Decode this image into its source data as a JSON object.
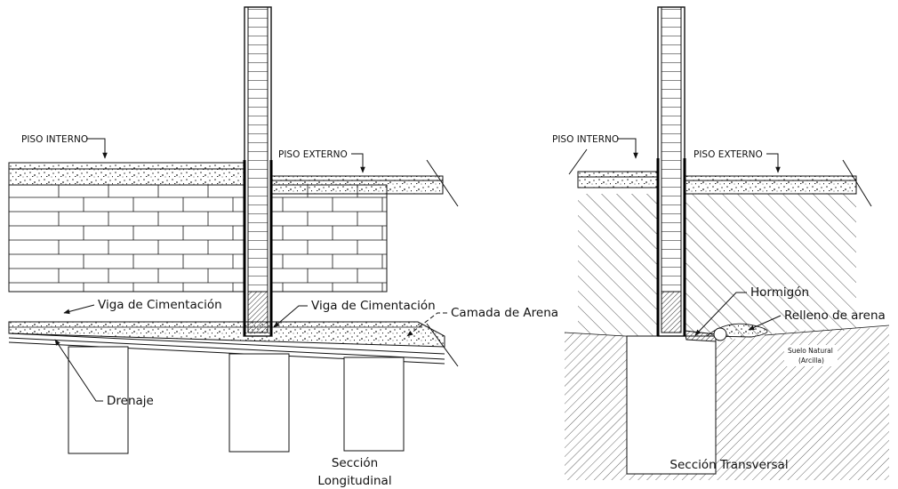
{
  "left": {
    "piso_interno": "PISO INTERNO",
    "piso_externo": "PISO EXTERNO",
    "viga_1": "Viga de Cimentación",
    "viga_2": "Viga de Cimentación",
    "camada": "Camada de Arena",
    "drenaje": "Drenaje",
    "caption_1": "Sección",
    "caption_2": "Longitudinal"
  },
  "right": {
    "piso_interno": "PISO INTERNO",
    "piso_externo": "PISO EXTERNO",
    "hormigon": "Hormigón",
    "relleno": "Relleno de arena",
    "suelo_1": "Suelo Natural",
    "suelo_2": "(Arcilla)",
    "caption": "Sección Transversal"
  }
}
